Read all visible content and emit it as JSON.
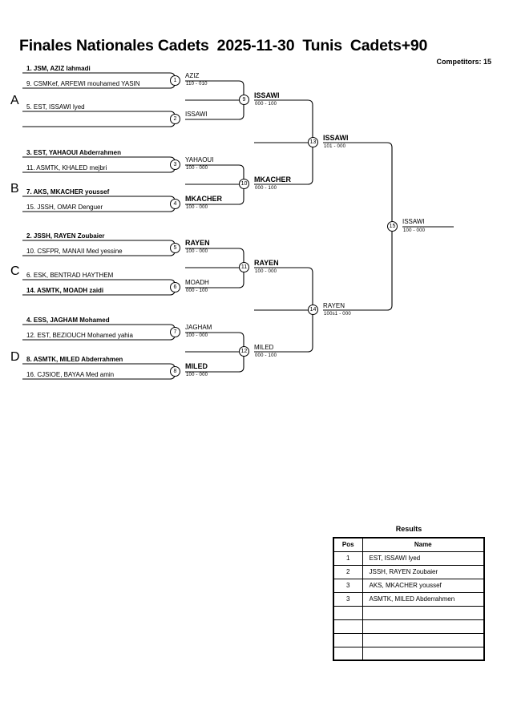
{
  "header": {
    "title_parts": [
      "Finales Nationales Cadets",
      "2025-11-30",
      "Tunis",
      "Cadets+90"
    ],
    "competitors_label": "Competitors: 15"
  },
  "sections": [
    {
      "letter": "A"
    },
    {
      "letter": "B"
    },
    {
      "letter": "C"
    },
    {
      "letter": "D"
    }
  ],
  "competitors": [
    {
      "label": "1. JSM, AZIZ lahmadi",
      "bold": true
    },
    {
      "label": "9. CSMKef, ARFEWI mouhamed YASIN",
      "bold": false
    },
    {
      "label": "5. EST, ISSAWI lyed",
      "bold": false
    },
    {
      "label": "",
      "bold": false
    },
    {
      "label": "3. EST, YAHAOUI Abderrahmen",
      "bold": true
    },
    {
      "label": "11. ASMTK, KHALED mejbri",
      "bold": false
    },
    {
      "label": "7. AKS, MKACHER youssef",
      "bold": true
    },
    {
      "label": "15. JSSH, OMAR Denguer",
      "bold": false
    },
    {
      "label": "2. JSSH, RAYEN Zoubaier",
      "bold": true
    },
    {
      "label": "10. CSFPR, MANAII Med yessine",
      "bold": false
    },
    {
      "label": "6. ESK, BENTRAD HAYTHEM",
      "bold": false
    },
    {
      "label": "14. ASMTK, MOADH zaidi",
      "bold": true
    },
    {
      "label": "4. ESS, JAGHAM Mohamed",
      "bold": true
    },
    {
      "label": "12. EST, BEZIOUCH Mohamed yahia",
      "bold": false
    },
    {
      "label": "8. ASMTK, MILED Abderrahmen",
      "bold": true
    },
    {
      "label": "16. CJSIOE, BAYAA Med amin",
      "bold": false
    }
  ],
  "matches": [
    {
      "num": "1",
      "winner": "AZIZ",
      "score": "110 - 010"
    },
    {
      "num": "2",
      "winner": "ISSAWI",
      "score": ""
    },
    {
      "num": "3",
      "winner": "YAHAOUI",
      "score": "100 - 000"
    },
    {
      "num": "4",
      "winner": "MKACHER",
      "score": "100 - 000"
    },
    {
      "num": "5",
      "winner": "RAYEN",
      "score": "100 - 000"
    },
    {
      "num": "6",
      "winner": "MOADH",
      "score": "000 - 100"
    },
    {
      "num": "7",
      "winner": "JAGHAM",
      "score": "100 - 000"
    },
    {
      "num": "8",
      "winner": "MILED",
      "score": "100 - 000"
    },
    {
      "num": "9",
      "winner": "ISSAWI",
      "score": "000 - 100"
    },
    {
      "num": "10",
      "winner": "MKACHER",
      "score": "000 - 100"
    },
    {
      "num": "11",
      "winner": "RAYEN",
      "score": "100 - 000"
    },
    {
      "num": "12",
      "winner": "MILED",
      "score": "000 - 100"
    },
    {
      "num": "13",
      "winner": "ISSAWI",
      "score": "101 - 000"
    },
    {
      "num": "14",
      "winner": "RAYEN",
      "score": "100s1 - 000"
    },
    {
      "num": "15",
      "winner": "ISSAWI",
      "score": "100 - 000"
    }
  ],
  "results": {
    "title": "Results",
    "columns": [
      "Pos",
      "Name"
    ],
    "rows": [
      {
        "pos": "1",
        "name": "EST, ISSAWI lyed"
      },
      {
        "pos": "2",
        "name": "JSSH, RAYEN Zoubaier"
      },
      {
        "pos": "3",
        "name": "AKS, MKACHER youssef"
      },
      {
        "pos": "3",
        "name": "ASMTK, MILED Abderrahmen"
      },
      {
        "pos": "",
        "name": ""
      },
      {
        "pos": "",
        "name": ""
      },
      {
        "pos": "",
        "name": ""
      },
      {
        "pos": "",
        "name": ""
      }
    ]
  }
}
